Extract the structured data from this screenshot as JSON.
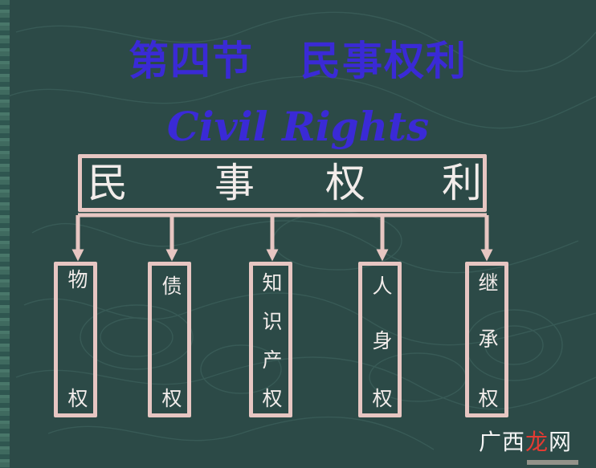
{
  "title_cn": {
    "part1": "第四节",
    "part2": "民事权利"
  },
  "title_en": "Civil Rights",
  "main_node": {
    "chars": [
      "民",
      "事",
      "权",
      "利"
    ]
  },
  "branches": [
    {
      "chars": [
        "物",
        "权"
      ]
    },
    {
      "chars": [
        "债",
        "权"
      ]
    },
    {
      "chars": [
        "知",
        "识",
        "产",
        "权"
      ]
    },
    {
      "chars": [
        "人",
        "身",
        "权"
      ]
    },
    {
      "chars": [
        "继",
        "承",
        "权"
      ]
    }
  ],
  "watermark": {
    "prefix": "广西",
    "accent": "龙",
    "suffix": "网"
  },
  "colors": {
    "background": "#2c4a47",
    "title": "#3a2ad6",
    "box_border": "#e7c6c2",
    "text": "#f2ecea"
  }
}
